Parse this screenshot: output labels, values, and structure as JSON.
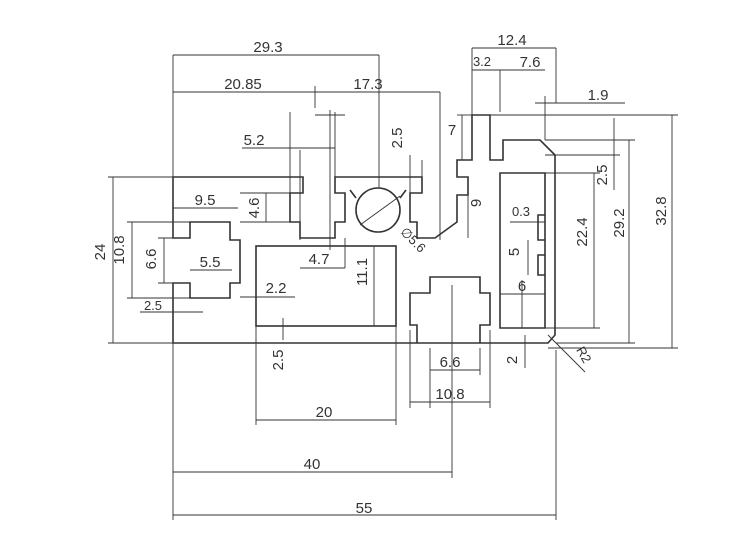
{
  "drawing": {
    "dims": {
      "overall_width": "55",
      "width_40": "40",
      "slot_width_20": "20",
      "width_29_3": "29.3",
      "width_20_85": "20.85",
      "width_17_3": "17.3",
      "width_12_4": "12.4",
      "width_3_2": "3.2",
      "width_7_6": "7.6",
      "width_1_9": "1.9",
      "width_5_2": "5.2",
      "height_2_5_top": "2.5",
      "height_7": "7",
      "height_4_6": "4.6",
      "width_9_5": "9.5",
      "height_24": "24",
      "height_10_8_left": "10.8",
      "height_6_6_left": "6.6",
      "width_5_5": "5.5",
      "width_2_5_left": "2.5",
      "width_4_7": "4.7",
      "height_11_1": "11.1",
      "width_2_2": "2.2",
      "height_2_5_bottom": "2.5",
      "height_9": "9",
      "width_0_3": "0.3",
      "height_5": "5",
      "width_6": "6",
      "height_22_4": "22.4",
      "height_2_5_right": "2.5",
      "height_29_2": "29.2",
      "height_32_8": "32.8",
      "width_6_6_bottom": "6.6",
      "width_10_8_bottom": "10.8",
      "height_2_right": "2",
      "radius": "R2",
      "hole_diameter": "∅5.6"
    }
  }
}
